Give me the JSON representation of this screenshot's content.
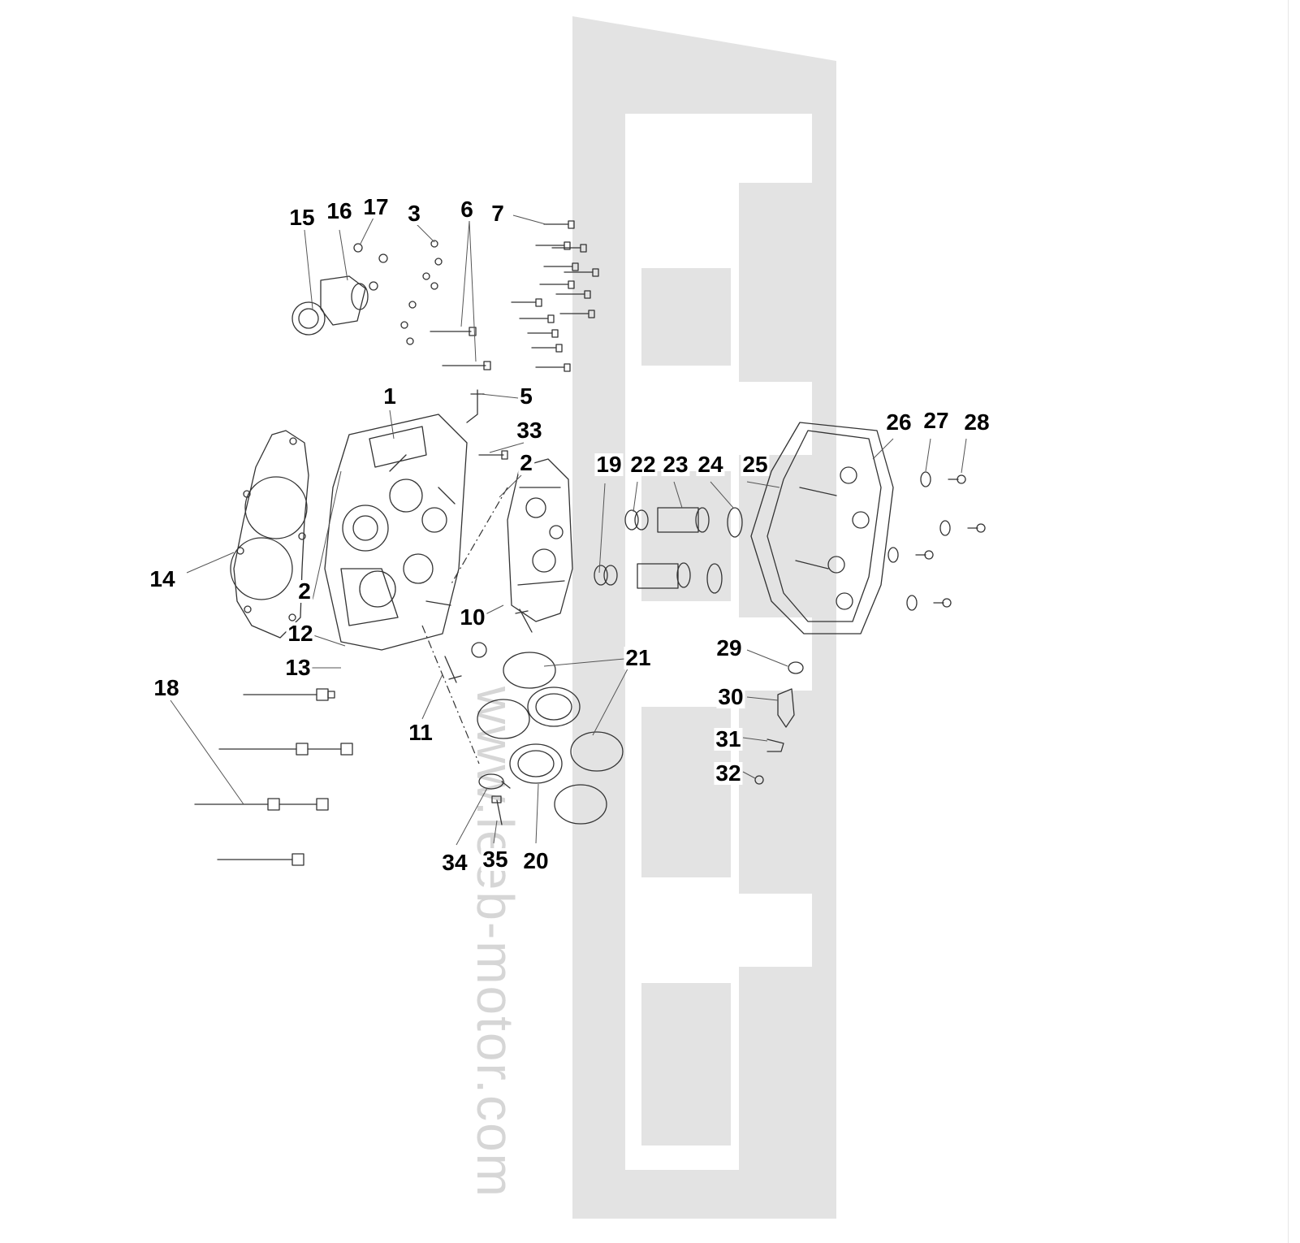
{
  "watermark": {
    "text": "www.leeb-motor.com",
    "color": "#d6d6d6"
  },
  "callouts": [
    {
      "id": "1",
      "label": "1"
    },
    {
      "id": "2a",
      "label": "2"
    },
    {
      "id": "2b",
      "label": "2"
    },
    {
      "id": "3",
      "label": "3"
    },
    {
      "id": "5",
      "label": "5"
    },
    {
      "id": "6",
      "label": "6"
    },
    {
      "id": "7",
      "label": "7"
    },
    {
      "id": "10",
      "label": "10"
    },
    {
      "id": "11",
      "label": "11"
    },
    {
      "id": "12",
      "label": "12"
    },
    {
      "id": "13",
      "label": "13"
    },
    {
      "id": "14",
      "label": "14"
    },
    {
      "id": "15",
      "label": "15"
    },
    {
      "id": "16",
      "label": "16"
    },
    {
      "id": "17",
      "label": "17"
    },
    {
      "id": "18",
      "label": "18"
    },
    {
      "id": "19",
      "label": "19"
    },
    {
      "id": "20",
      "label": "20"
    },
    {
      "id": "21",
      "label": "21"
    },
    {
      "id": "22",
      "label": "22"
    },
    {
      "id": "23",
      "label": "23"
    },
    {
      "id": "24",
      "label": "24"
    },
    {
      "id": "25",
      "label": "25"
    },
    {
      "id": "26",
      "label": "26"
    },
    {
      "id": "27",
      "label": "27"
    },
    {
      "id": "28",
      "label": "28"
    },
    {
      "id": "29",
      "label": "29"
    },
    {
      "id": "30",
      "label": "30"
    },
    {
      "id": "31",
      "label": "31"
    },
    {
      "id": "32",
      "label": "32"
    },
    {
      "id": "33",
      "label": "33"
    },
    {
      "id": "34",
      "label": "34"
    },
    {
      "id": "35",
      "label": "35"
    }
  ]
}
